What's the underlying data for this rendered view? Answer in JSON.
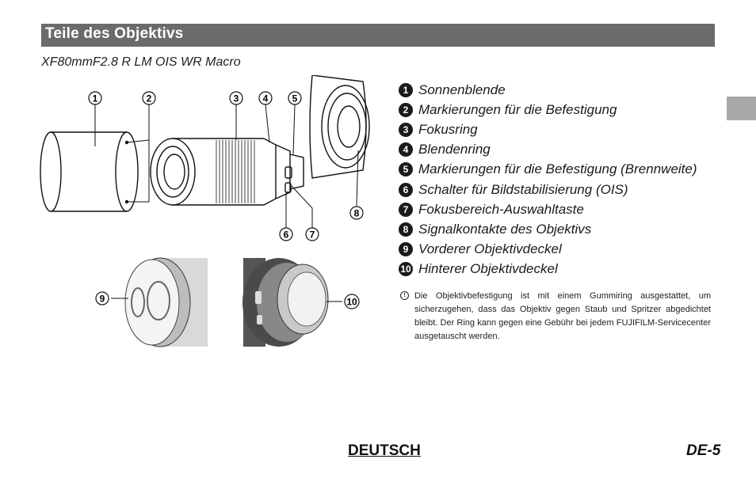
{
  "header": {
    "title": "Teile des Objektivs"
  },
  "model": "XF80mmF2.8 R LM OIS WR Macro",
  "callouts": [
    "1",
    "2",
    "3",
    "4",
    "5",
    "6",
    "7",
    "8",
    "9",
    "10"
  ],
  "parts": [
    {
      "num": "1",
      "label": "Sonnenblende"
    },
    {
      "num": "2",
      "label": "Markierungen für die Befestigung"
    },
    {
      "num": "3",
      "label": "Fokusring"
    },
    {
      "num": "4",
      "label": "Blendenring"
    },
    {
      "num": "5",
      "label": "Markierungen für die Befestigung (Brennweite)"
    },
    {
      "num": "6",
      "label": "Schalter für Bildstabilisierung (OIS)"
    },
    {
      "num": "7",
      "label": "Fokusbereich-Auswahltaste"
    },
    {
      "num": "8",
      "label": "Signalkontakte des Objektivs"
    },
    {
      "num": "9",
      "label": "Vorderer Objektivdeckel"
    },
    {
      "num": "10",
      "label": "Hinterer Objektivdeckel"
    }
  ],
  "note": "Die Objektivbefestigung ist mit einem Gummiring ausgestattet, um sicherzugehen, dass das Objektiv gegen Staub und Spritzer abgedichtet bleibt. Der Ring kann gegen eine Gebühr bei jedem FUJIFILM-Servicecenter ausgetauscht werden.",
  "footer": {
    "language": "DEUTSCH",
    "page": "DE-5"
  },
  "colors": {
    "header_bar": "#6b6b6b",
    "side_tab": "#a8a8a8",
    "badge": "#1a1a1a"
  }
}
